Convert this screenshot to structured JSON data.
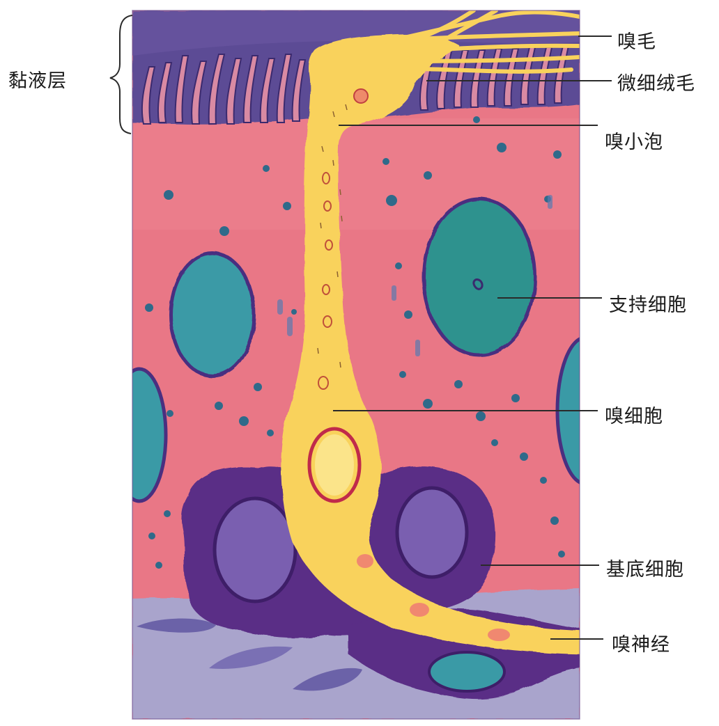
{
  "labels": {
    "mucus_layer": "黏液层",
    "olfactory_hair": "嗅毛",
    "microvilli": "微细绒毛",
    "olfactory_vesicle": "嗅小泡",
    "supporting_cell": "支持细胞",
    "olfactory_cell": "嗅细胞",
    "basal_cell": "基底细胞",
    "olfactory_nerve": "嗅神经"
  },
  "colors": {
    "mucus": "#5c4c95",
    "epithelium": "#e97786",
    "olfactory_cell": "#f9d25c",
    "supporting_nucleus": "#3a9aa6",
    "basal_cell": "#5a2d86",
    "connective_tissue": "#a9a4cc",
    "leader_line": "#2a2a2a"
  }
}
